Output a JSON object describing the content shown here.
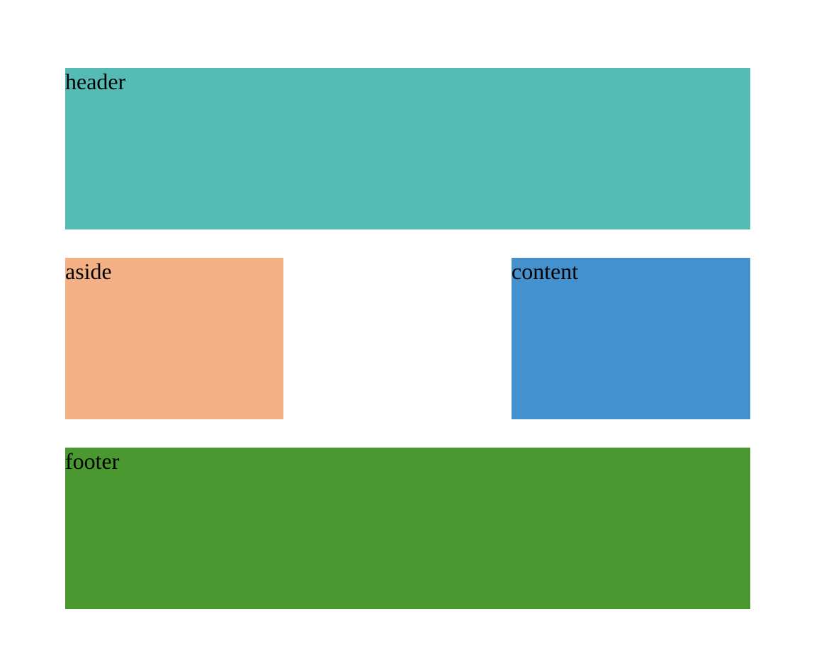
{
  "layout_regions": {
    "header": {
      "label": "header",
      "color": "#55bcb5"
    },
    "aside": {
      "label": "aside",
      "color": "#f4b185"
    },
    "content": {
      "label": "content",
      "color": "#4591cd"
    },
    "footer": {
      "label": "footer",
      "color": "#4a9930"
    }
  }
}
